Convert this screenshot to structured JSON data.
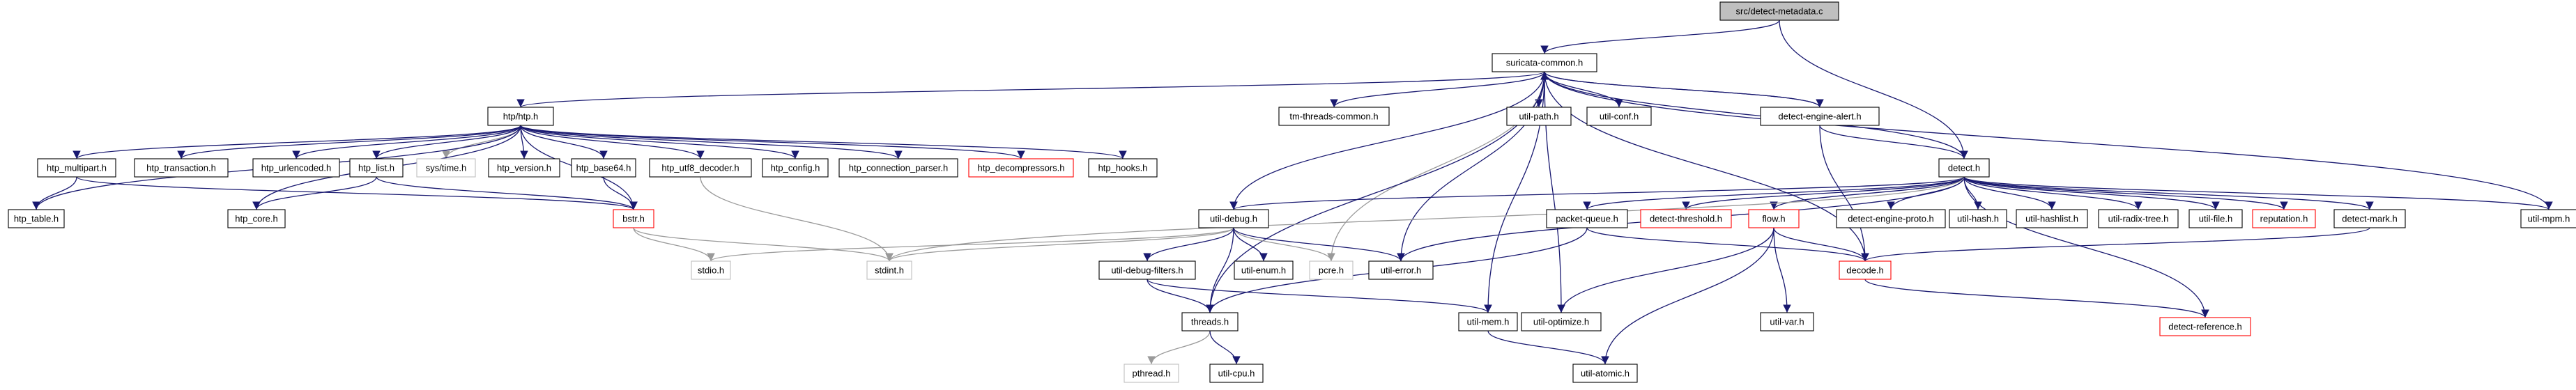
{
  "nodes": [
    {
      "id": "detect-metadata",
      "label": "src/detect-metadata.c",
      "style": "root"
    },
    {
      "id": "suricata-common",
      "label": "suricata-common.h",
      "style": "normal"
    },
    {
      "id": "htp",
      "label": "htp/htp.h",
      "style": "normal"
    },
    {
      "id": "htp_multipart",
      "label": "htp_multipart.h",
      "style": "normal"
    },
    {
      "id": "htp_transaction",
      "label": "htp_transaction.h",
      "style": "normal"
    },
    {
      "id": "htp_urlencoded",
      "label": "htp_urlencoded.h",
      "style": "normal"
    },
    {
      "id": "htp_list",
      "label": "htp_list.h",
      "style": "normal"
    },
    {
      "id": "sys_time",
      "label": "sys/time.h",
      "style": "grey"
    },
    {
      "id": "htp_version",
      "label": "htp_version.h",
      "style": "normal"
    },
    {
      "id": "htp_base64",
      "label": "htp_base64.h",
      "style": "normal"
    },
    {
      "id": "htp_utf8_decoder",
      "label": "htp_utf8_decoder.h",
      "style": "normal"
    },
    {
      "id": "htp_config",
      "label": "htp_config.h",
      "style": "normal"
    },
    {
      "id": "htp_connection_parser",
      "label": "htp_connection_parser.h",
      "style": "normal"
    },
    {
      "id": "htp_decompressors",
      "label": "htp_decompressors.h",
      "style": "red"
    },
    {
      "id": "htp_hooks",
      "label": "htp_hooks.h",
      "style": "normal"
    },
    {
      "id": "htp_table",
      "label": "htp_table.h",
      "style": "normal"
    },
    {
      "id": "htp_core",
      "label": "htp_core.h",
      "style": "normal"
    },
    {
      "id": "bstr",
      "label": "bstr.h",
      "style": "red"
    },
    {
      "id": "stdio",
      "label": "stdio.h",
      "style": "grey"
    },
    {
      "id": "stdint",
      "label": "stdint.h",
      "style": "grey"
    },
    {
      "id": "tm-threads-common",
      "label": "tm-threads-common.h",
      "style": "normal"
    },
    {
      "id": "util-path",
      "label": "util-path.h",
      "style": "normal"
    },
    {
      "id": "util-conf",
      "label": "util-conf.h",
      "style": "normal"
    },
    {
      "id": "detect-engine-alert",
      "label": "detect-engine-alert.h",
      "style": "normal"
    },
    {
      "id": "detect",
      "label": "detect.h",
      "style": "normal"
    },
    {
      "id": "util-debug",
      "label": "util-debug.h",
      "style": "normal"
    },
    {
      "id": "packet-queue",
      "label": "packet-queue.h",
      "style": "normal"
    },
    {
      "id": "detect-threshold",
      "label": "detect-threshold.h",
      "style": "red"
    },
    {
      "id": "flow",
      "label": "flow.h",
      "style": "red"
    },
    {
      "id": "detect-engine-proto",
      "label": "detect-engine-proto.h",
      "style": "normal"
    },
    {
      "id": "util-hash",
      "label": "util-hash.h",
      "style": "normal"
    },
    {
      "id": "util-hashlist",
      "label": "util-hashlist.h",
      "style": "normal"
    },
    {
      "id": "util-radix-tree",
      "label": "util-radix-tree.h",
      "style": "normal"
    },
    {
      "id": "util-file",
      "label": "util-file.h",
      "style": "normal"
    },
    {
      "id": "reputation",
      "label": "reputation.h",
      "style": "red"
    },
    {
      "id": "detect-mark",
      "label": "detect-mark.h",
      "style": "normal"
    },
    {
      "id": "util-mpm",
      "label": "util-mpm.h",
      "style": "normal"
    },
    {
      "id": "util-debug-filters",
      "label": "util-debug-filters.h",
      "style": "normal"
    },
    {
      "id": "util-enum",
      "label": "util-enum.h",
      "style": "normal"
    },
    {
      "id": "pcre",
      "label": "pcre.h",
      "style": "grey"
    },
    {
      "id": "util-error",
      "label": "util-error.h",
      "style": "normal"
    },
    {
      "id": "util-optimize",
      "label": "util-optimize.h",
      "style": "normal"
    },
    {
      "id": "util-var",
      "label": "util-var.h",
      "style": "normal"
    },
    {
      "id": "decode",
      "label": "decode.h",
      "style": "red"
    },
    {
      "id": "threads",
      "label": "threads.h",
      "style": "normal"
    },
    {
      "id": "util-mem",
      "label": "util-mem.h",
      "style": "normal"
    },
    {
      "id": "detect-reference",
      "label": "detect-reference.h",
      "style": "red"
    },
    {
      "id": "pthread",
      "label": "pthread.h",
      "style": "grey"
    },
    {
      "id": "util-cpu",
      "label": "util-cpu.h",
      "style": "normal"
    },
    {
      "id": "util-atomic",
      "label": "util-atomic.h",
      "style": "normal"
    }
  ],
  "edges": [
    [
      "detect-metadata",
      "suricata-common"
    ],
    [
      "detect-metadata",
      "detect"
    ],
    [
      "suricata-common",
      "htp"
    ],
    [
      "suricata-common",
      "tm-threads-common"
    ],
    [
      "suricata-common",
      "util-path"
    ],
    [
      "suricata-common",
      "util-conf"
    ],
    [
      "suricata-common",
      "detect-engine-alert"
    ],
    [
      "suricata-common",
      "util-debug"
    ],
    [
      "suricata-common",
      "pcre"
    ],
    [
      "suricata-common",
      "util-error"
    ],
    [
      "suricata-common",
      "util-optimize"
    ],
    [
      "suricata-common",
      "threads"
    ],
    [
      "suricata-common",
      "util-mem"
    ],
    [
      "htp",
      "htp_multipart"
    ],
    [
      "htp",
      "htp_transaction"
    ],
    [
      "htp",
      "htp_urlencoded"
    ],
    [
      "htp",
      "htp_list"
    ],
    [
      "htp",
      "sys_time"
    ],
    [
      "htp",
      "htp_version"
    ],
    [
      "htp",
      "htp_base64"
    ],
    [
      "htp",
      "htp_utf8_decoder"
    ],
    [
      "htp",
      "htp_config"
    ],
    [
      "htp",
      "htp_connection_parser"
    ],
    [
      "htp",
      "htp_decompressors"
    ],
    [
      "htp",
      "htp_hooks"
    ],
    [
      "htp",
      "htp_table"
    ],
    [
      "htp",
      "htp_core"
    ],
    [
      "htp",
      "bstr"
    ],
    [
      "htp_multipart",
      "htp_table"
    ],
    [
      "htp_multipart",
      "bstr"
    ],
    [
      "htp_list",
      "htp_core"
    ],
    [
      "htp_list",
      "bstr"
    ],
    [
      "htp_base64",
      "bstr"
    ],
    [
      "htp_utf8_decoder",
      "stdint"
    ],
    [
      "bstr",
      "stdio"
    ],
    [
      "bstr",
      "stdint"
    ],
    [
      "detect-engine-alert",
      "suricata-common"
    ],
    [
      "detect-engine-alert",
      "detect"
    ],
    [
      "detect-engine-alert",
      "decode"
    ],
    [
      "detect",
      "suricata-common"
    ],
    [
      "detect",
      "util-debug"
    ],
    [
      "detect",
      "packet-queue"
    ],
    [
      "detect",
      "detect-threshold"
    ],
    [
      "detect",
      "flow"
    ],
    [
      "detect",
      "detect-engine-proto"
    ],
    [
      "detect",
      "util-hash"
    ],
    [
      "detect",
      "util-hashlist"
    ],
    [
      "detect",
      "util-radix-tree"
    ],
    [
      "detect",
      "util-file"
    ],
    [
      "detect",
      "reputation"
    ],
    [
      "detect",
      "detect-mark"
    ],
    [
      "detect",
      "util-mpm"
    ],
    [
      "detect",
      "util-error"
    ],
    [
      "detect",
      "stdint"
    ],
    [
      "detect",
      "detect-reference"
    ],
    [
      "util-mpm",
      "suricata-common"
    ],
    [
      "util-debug",
      "stdio"
    ],
    [
      "util-debug",
      "stdint"
    ],
    [
      "util-debug",
      "pcre"
    ],
    [
      "util-debug",
      "util-enum"
    ],
    [
      "util-debug",
      "util-error"
    ],
    [
      "util-debug",
      "util-debug-filters"
    ],
    [
      "util-debug",
      "threads"
    ],
    [
      "util-debug-filters",
      "threads"
    ],
    [
      "util-debug-filters",
      "util-mem"
    ],
    [
      "packet-queue",
      "threads"
    ],
    [
      "packet-queue",
      "decode"
    ],
    [
      "flow",
      "util-optimize"
    ],
    [
      "flow",
      "util-var"
    ],
    [
      "flow",
      "decode"
    ],
    [
      "flow",
      "util-atomic"
    ],
    [
      "detect-mark",
      "decode"
    ],
    [
      "decode",
      "suricata-common"
    ],
    [
      "decode",
      "detect-reference"
    ],
    [
      "threads",
      "pthread"
    ],
    [
      "threads",
      "util-cpu"
    ],
    [
      "util-mem",
      "util-atomic"
    ]
  ]
}
